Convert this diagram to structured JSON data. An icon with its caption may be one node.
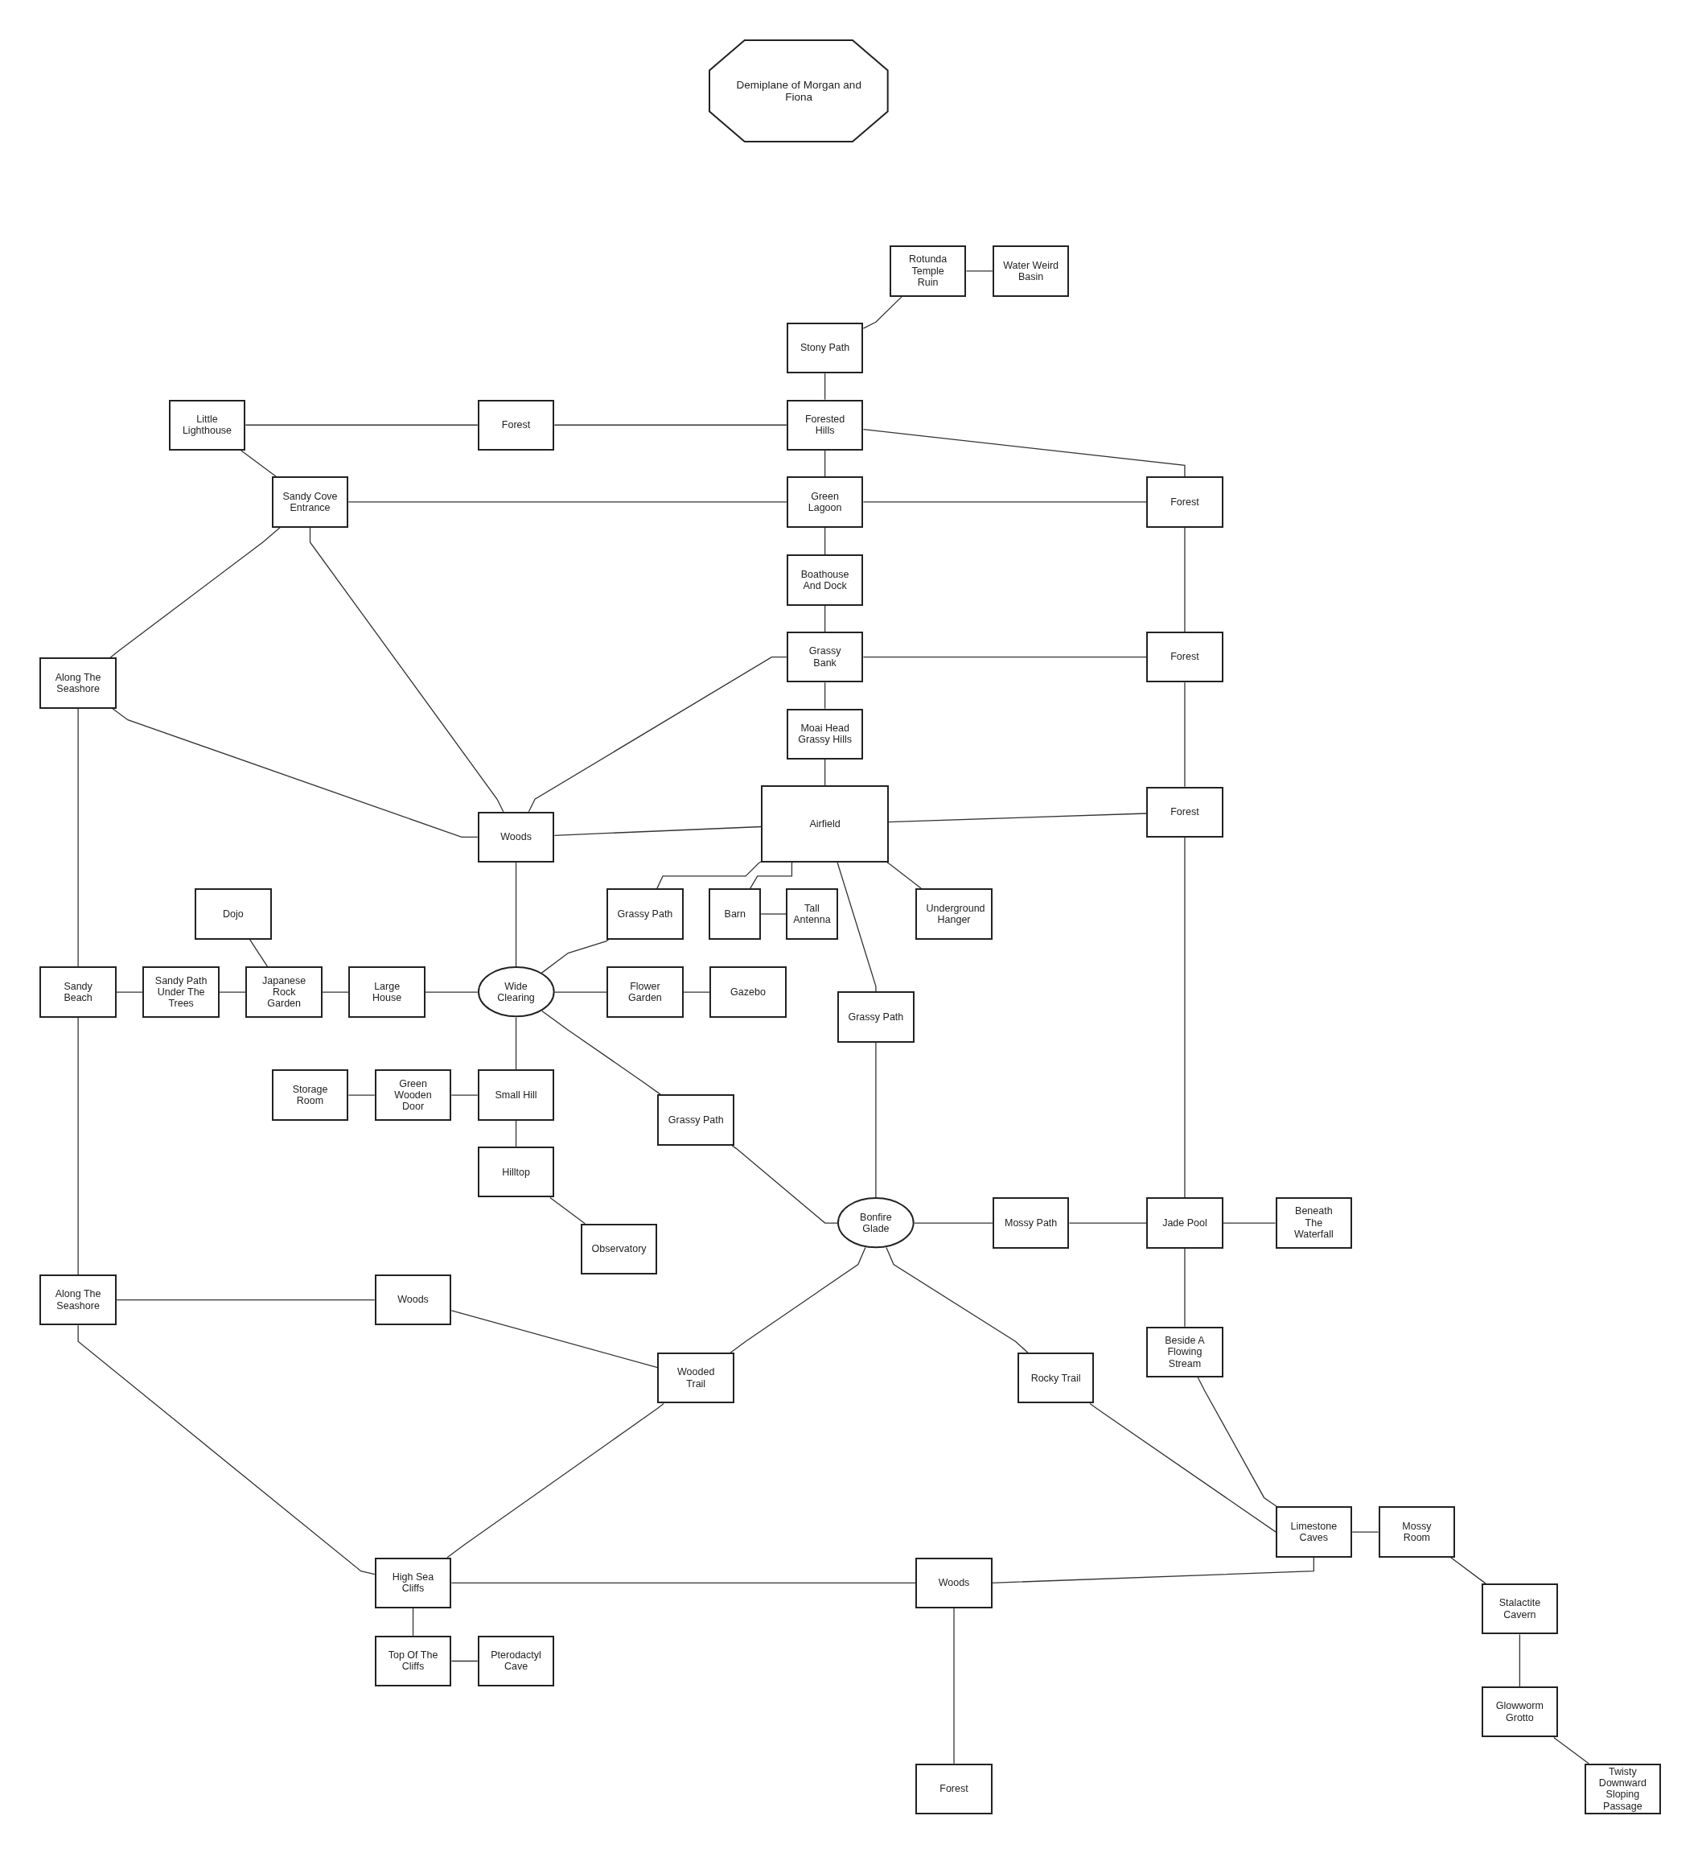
{
  "diagram": {
    "nodes": [
      {
        "text": [
          "Demiplane of Morgan and Fiona"
        ]
      },
      {
        "text": [
          "Rotunda Temple Ruin"
        ]
      },
      {
        "text": [
          "Water Weird Basin"
        ]
      },
      {
        "text": [
          "Stony Path"
        ]
      },
      {
        "text": [
          "Little Lighthouse"
        ]
      },
      {
        "text": [
          "Forest"
        ]
      },
      {
        "text": [
          "Forested Hills"
        ]
      },
      {
        "text": [
          "Sandy Cove Entrance"
        ]
      },
      {
        "text": [
          "Green Lagoon"
        ]
      },
      {
        "text": [
          "Forest"
        ]
      },
      {
        "text": [
          "Boathouse And Dock"
        ]
      },
      {
        "text": [
          "Along The Seashore"
        ]
      },
      {
        "text": [
          "Grassy Bank"
        ]
      },
      {
        "text": [
          "Forest"
        ]
      },
      {
        "text": [
          "Moai Head Grassy Hills"
        ]
      },
      {
        "text": [
          "Airfield"
        ]
      },
      {
        "text": [
          "Forest"
        ]
      },
      {
        "text": [
          "Woods"
        ]
      },
      {
        "text": [
          "Dojo"
        ]
      },
      {
        "text": [
          "Grassy Path"
        ]
      },
      {
        "text": [
          "Barn"
        ]
      },
      {
        "text": [
          "Tall Antenna"
        ]
      },
      {
        "text": [
          "Underground Hanger"
        ]
      },
      {
        "text": [
          "Sandy Beach"
        ]
      },
      {
        "text": [
          "Sandy Path Under The Trees"
        ]
      },
      {
        "text": [
          "Japanese Rock Garden"
        ]
      },
      {
        "text": [
          "Large House"
        ]
      },
      {
        "text": [
          "Wide Clearing"
        ]
      },
      {
        "text": [
          "Flower Garden"
        ]
      },
      {
        "text": [
          "Gazebo"
        ]
      },
      {
        "text": [
          "Grassy Path"
        ]
      },
      {
        "text": [
          "Storage Room"
        ]
      },
      {
        "text": [
          "Green Wooden Door"
        ]
      },
      {
        "text": [
          "Small Hill"
        ]
      },
      {
        "text": [
          "Grassy Path"
        ]
      },
      {
        "text": [
          "Hilltop"
        ]
      },
      {
        "text": [
          "Bonfire Glade"
        ]
      },
      {
        "text": [
          "Mossy Path"
        ]
      },
      {
        "text": [
          "Jade Pool"
        ]
      },
      {
        "text": [
          "Beneath The Waterfall"
        ]
      },
      {
        "text": [
          "Observatory"
        ]
      },
      {
        "text": [
          "Along The Seashore"
        ]
      },
      {
        "text": [
          "Woods"
        ]
      },
      {
        "text": [
          "Beside A Flowing Stream"
        ]
      },
      {
        "text": [
          "Wooded Trail"
        ]
      },
      {
        "text": [
          "Rocky Trail"
        ]
      },
      {
        "text": [
          "Limestone Caves"
        ]
      },
      {
        "text": [
          "Mossy Room"
        ]
      },
      {
        "text": [
          "Woods"
        ]
      },
      {
        "text": [
          "High Sea Cliffs"
        ]
      },
      {
        "text": [
          "Stalactite Cavern"
        ]
      },
      {
        "text": [
          "Top Of The Cliffs"
        ]
      },
      {
        "text": [
          "Pterodactyl Cave"
        ]
      },
      {
        "text": [
          "Glowworm Grotto"
        ]
      },
      {
        "text": [
          "Twisty Downward Sloping Passage"
        ]
      },
      {
        "text": [
          "Forest"
        ]
      }
    ],
    "edges": [
      {
        "from": 1,
        "to": 2,
        "arrow": "none"
      },
      {
        "from": 1,
        "to": 3,
        "arrow": "none"
      },
      {
        "from": 3,
        "to": 6,
        "arrow": "none"
      },
      {
        "from": 4,
        "to": 5,
        "arrow": "none"
      },
      {
        "from": 5,
        "to": 6,
        "arrow": "none"
      },
      {
        "from": 4,
        "to": 7,
        "arrow": "none"
      },
      {
        "from": 6,
        "to": 8,
        "arrow": "none"
      },
      {
        "from": 6,
        "to": 9,
        "arrow": "none"
      },
      {
        "from": 7,
        "to": 8,
        "arrow": "none"
      },
      {
        "from": 8,
        "to": 9,
        "arrow": "none"
      },
      {
        "from": 8,
        "to": 10,
        "arrow": "none"
      },
      {
        "from": 10,
        "to": 12,
        "arrow": "none"
      },
      {
        "from": 7,
        "to": 11,
        "arrow": "none"
      },
      {
        "from": 7,
        "to": 17,
        "arrow": "none"
      },
      {
        "from": 12,
        "to": 17,
        "arrow": "none"
      },
      {
        "from": 12,
        "to": 13,
        "arrow": "none"
      },
      {
        "from": 9,
        "to": 13,
        "arrow": "none"
      },
      {
        "from": 12,
        "to": 14,
        "arrow": "none"
      },
      {
        "from": 14,
        "to": 15,
        "arrow": "none"
      },
      {
        "from": 13,
        "to": 16,
        "arrow": "none"
      },
      {
        "from": 11,
        "to": 17,
        "arrow": "none"
      },
      {
        "from": 11,
        "to": 23,
        "arrow": "none"
      },
      {
        "from": 15,
        "to": 17,
        "arrow": "none"
      },
      {
        "from": 15,
        "to": 16,
        "arrow": "none"
      },
      {
        "from": 15,
        "to": 19,
        "arrow": "none"
      },
      {
        "from": 15,
        "to": 20,
        "arrow": "none"
      },
      {
        "from": 20,
        "to": 21,
        "arrow": "none"
      },
      {
        "from": 15,
        "to": 22,
        "arrow": "none"
      },
      {
        "from": 15,
        "to": 30,
        "arrow": "none"
      },
      {
        "from": 17,
        "to": 27,
        "arrow": "none"
      },
      {
        "from": 19,
        "to": 27,
        "arrow": "none"
      },
      {
        "from": 18,
        "to": 25,
        "arrow": "none"
      },
      {
        "from": 23,
        "to": 24,
        "arrow": "none"
      },
      {
        "from": 24,
        "to": 25,
        "arrow": "none"
      },
      {
        "from": 25,
        "to": 26,
        "arrow": "none"
      },
      {
        "from": 26,
        "to": 27,
        "arrow": "none"
      },
      {
        "from": 27,
        "to": 28,
        "arrow": "none"
      },
      {
        "from": 28,
        "to": 29,
        "arrow": "none"
      },
      {
        "from": 27,
        "to": 33,
        "arrow": "none"
      },
      {
        "from": 27,
        "to": 34,
        "arrow": "none"
      },
      {
        "from": 31,
        "to": 32,
        "arrow": "none"
      },
      {
        "from": 32,
        "to": 33,
        "arrow": "none"
      },
      {
        "from": 33,
        "to": 35,
        "arrow": "none"
      },
      {
        "from": 35,
        "to": 40,
        "arrow": "none"
      },
      {
        "from": 34,
        "to": 36,
        "arrow": "none"
      },
      {
        "from": 30,
        "to": 36,
        "arrow": "none"
      },
      {
        "from": 36,
        "to": 37,
        "arrow": "none"
      },
      {
        "from": 37,
        "to": 38,
        "arrow": "none"
      },
      {
        "from": 38,
        "to": 39,
        "arrow": "none"
      },
      {
        "from": 16,
        "to": 38,
        "arrow": "none"
      },
      {
        "from": 38,
        "to": 43,
        "arrow": "none"
      },
      {
        "from": 36,
        "to": 44,
        "arrow": "none"
      },
      {
        "from": 36,
        "to": 45,
        "arrow": "none"
      },
      {
        "from": 23,
        "to": 41,
        "arrow": "none"
      },
      {
        "from": 41,
        "to": 42,
        "arrow": "none"
      },
      {
        "from": 42,
        "to": 44,
        "arrow": "none"
      },
      {
        "from": 41,
        "to": 49,
        "arrow": "none"
      },
      {
        "from": 44,
        "to": 49,
        "arrow": "none"
      },
      {
        "from": 43,
        "to": 46,
        "arrow": "none"
      },
      {
        "from": 45,
        "to": 46,
        "arrow": "none"
      },
      {
        "from": 46,
        "to": 47,
        "arrow": "none"
      },
      {
        "from": 47,
        "to": 50,
        "arrow": "none"
      },
      {
        "from": 50,
        "to": 53,
        "arrow": "none"
      },
      {
        "from": 53,
        "to": 54,
        "arrow": "none"
      },
      {
        "from": 46,
        "to": 48,
        "arrow": "none"
      },
      {
        "from": 49,
        "to": 48,
        "arrow": "none"
      },
      {
        "from": 48,
        "to": 55,
        "arrow": "none"
      },
      {
        "from": 49,
        "to": 51,
        "arrow": "none"
      },
      {
        "from": 51,
        "to": 52,
        "arrow": "none"
      }
    ]
  }
}
